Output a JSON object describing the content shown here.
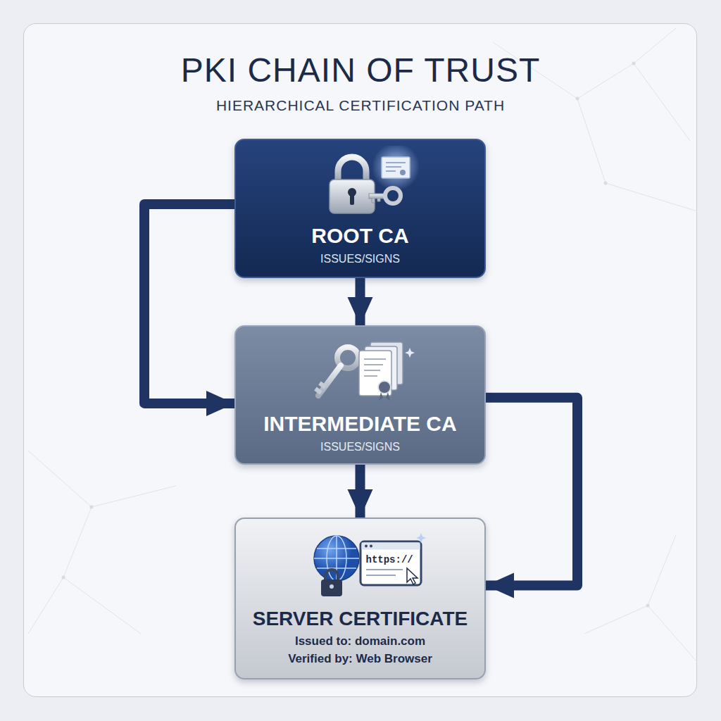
{
  "diagram": {
    "title": "PKI CHAIN OF TRUST",
    "nodes": [
      {
        "text": [
          "ROOT CA",
          "ISSUES/SIGNS"
        ]
      },
      {
        "text": [
          "INTERMEDIATE CA",
          "ISSUES/SIGNS"
        ]
      },
      {
        "text": [
          "SERVER CERTIFICATE",
          "Issued to: domain.com",
          "Verified by: Web Browser"
        ]
      }
    ],
    "edges": [
      {
        "from": 0,
        "to": 1,
        "arrow": "to"
      },
      {
        "from": 0,
        "to": 1,
        "arrow": "to"
      },
      {
        "from": 1,
        "to": 2,
        "arrow": "to"
      },
      {
        "from": 1,
        "to": 2,
        "arrow": "to"
      }
    ],
    "labels": [
      "HIERARCHICAL CERTIFICATION PATH",
      "https://"
    ]
  }
}
